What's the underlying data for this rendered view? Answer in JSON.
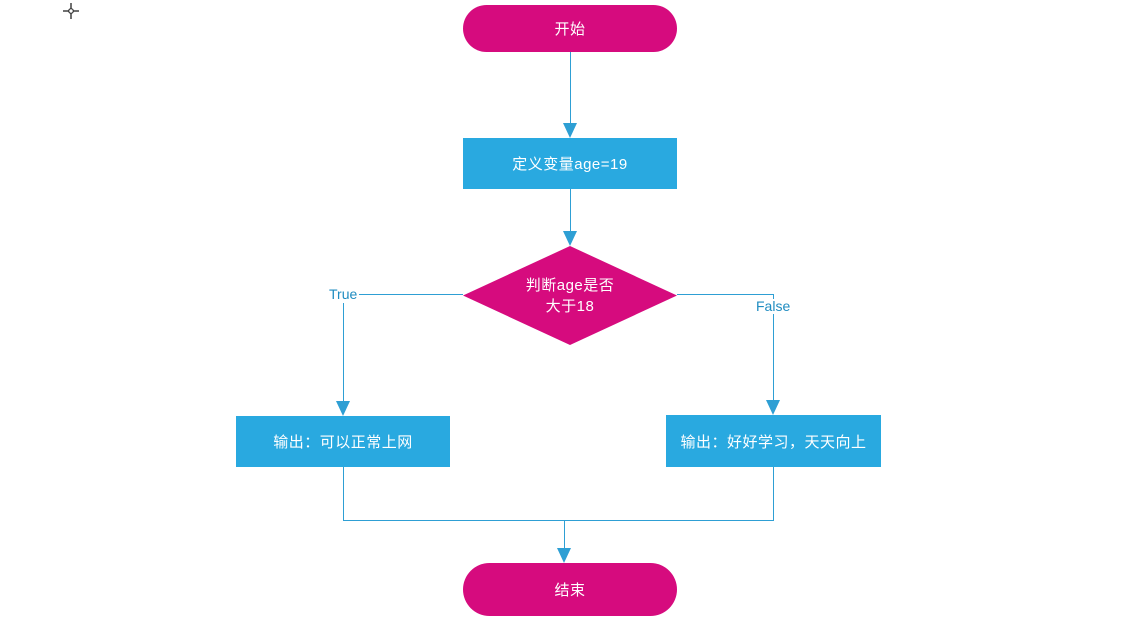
{
  "colors": {
    "shape_pink": "#d60b7e",
    "shape_blue": "#29a9e0",
    "connector": "#2e9fd4",
    "edge_label": "#1f8cc1",
    "node_text": "#ffffff",
    "cursor": "#333333"
  },
  "cursor": {
    "icon": "crosshair-icon"
  },
  "flowchart": {
    "nodes": {
      "start": {
        "type": "terminator",
        "label": "开始"
      },
      "define": {
        "type": "process",
        "label": "定义变量age=19"
      },
      "decision": {
        "type": "decision",
        "label_line1": "判断age是否",
        "label_line2": "大于18"
      },
      "output_true": {
        "type": "process",
        "label": "输出：可以正常上网"
      },
      "output_false": {
        "type": "process",
        "label": "输出：好好学习，天天向上"
      },
      "end": {
        "type": "terminator",
        "label": "结束"
      }
    },
    "edges": {
      "true_label": "True",
      "false_label": "False"
    }
  }
}
